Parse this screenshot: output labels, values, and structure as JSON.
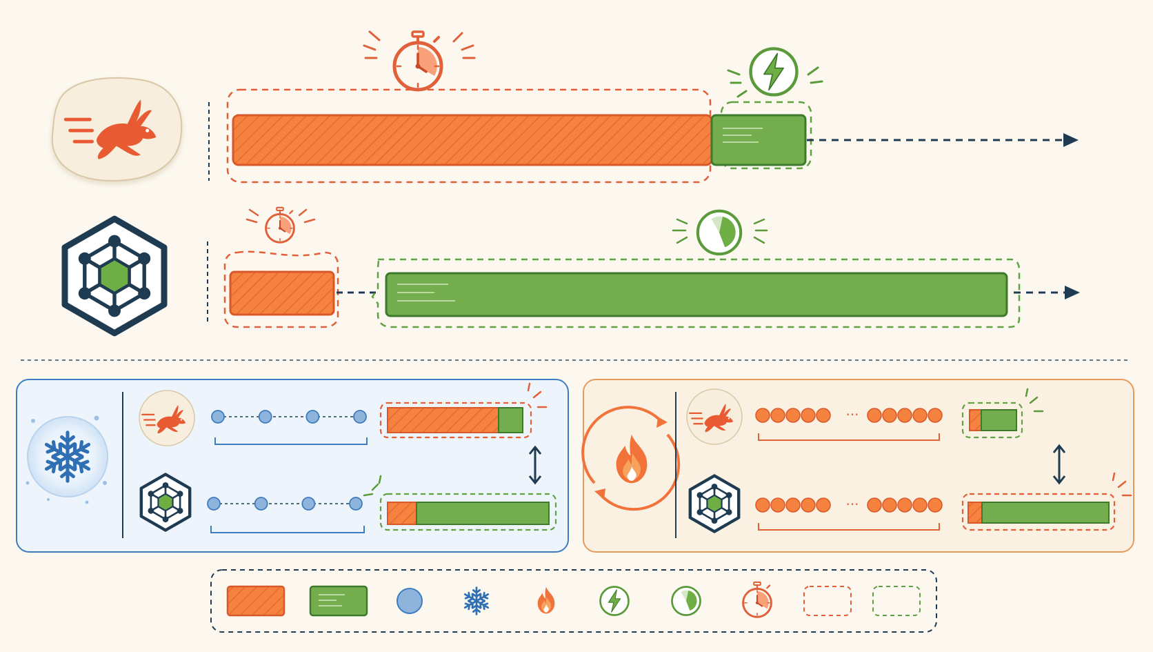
{
  "colors": {
    "background": "#fcf8ef",
    "orange": "#f5823f",
    "orange_stroke": "#d9582a",
    "orange_dash": "#e0603a",
    "green": "#73ad4d",
    "green_stroke": "#3e7a2c",
    "green_dash": "#62a044",
    "navy": "#1f3b52",
    "blue_panel_bg": "#eef4fb",
    "blue_panel_border": "#3c7cc0",
    "orange_panel_bg": "#fbf1e3",
    "orange_panel_border": "#e89a5e",
    "dot_blue": "#8fb4dc"
  },
  "main_rows": [
    {
      "model_icon": "rabbit-icon",
      "timer_icon": "stopwatch-icon",
      "second_icon": "lightning-icon",
      "orange_share": 0.8,
      "green_share": 0.2
    },
    {
      "model_icon": "hex-network-icon",
      "timer_icon": "stopwatch-icon",
      "second_icon": "pie-clock-icon",
      "orange_share": 0.15,
      "green_share": 0.85
    }
  ],
  "panels": [
    {
      "kind": "cold",
      "icon": "snowflake-icon",
      "rows": [
        {
          "model_icon": "rabbit-icon",
          "steps": 4,
          "orange_share": 0.82,
          "green_share": 0.18
        },
        {
          "model_icon": "hex-network-icon",
          "steps": 4,
          "orange_share": 0.18,
          "green_share": 0.82
        }
      ]
    },
    {
      "kind": "warm",
      "icon": "fire-cycle-icon",
      "rows": [
        {
          "model_icon": "rabbit-icon",
          "steps": 10,
          "ellipsis": "···",
          "orange_share": 0.25,
          "green_share": 0.75
        },
        {
          "model_icon": "hex-network-icon",
          "steps": 10,
          "ellipsis": "···",
          "orange_share": 0.1,
          "green_share": 0.9
        }
      ]
    }
  ],
  "legend": [
    "orange-bar-swatch",
    "green-bar-swatch",
    "blue-dot-swatch",
    "snowflake-icon",
    "flame-icon",
    "lightning-icon",
    "pie-clock-icon",
    "stopwatch-icon",
    "orange-dashed-box-swatch",
    "green-dashed-box-swatch"
  ]
}
